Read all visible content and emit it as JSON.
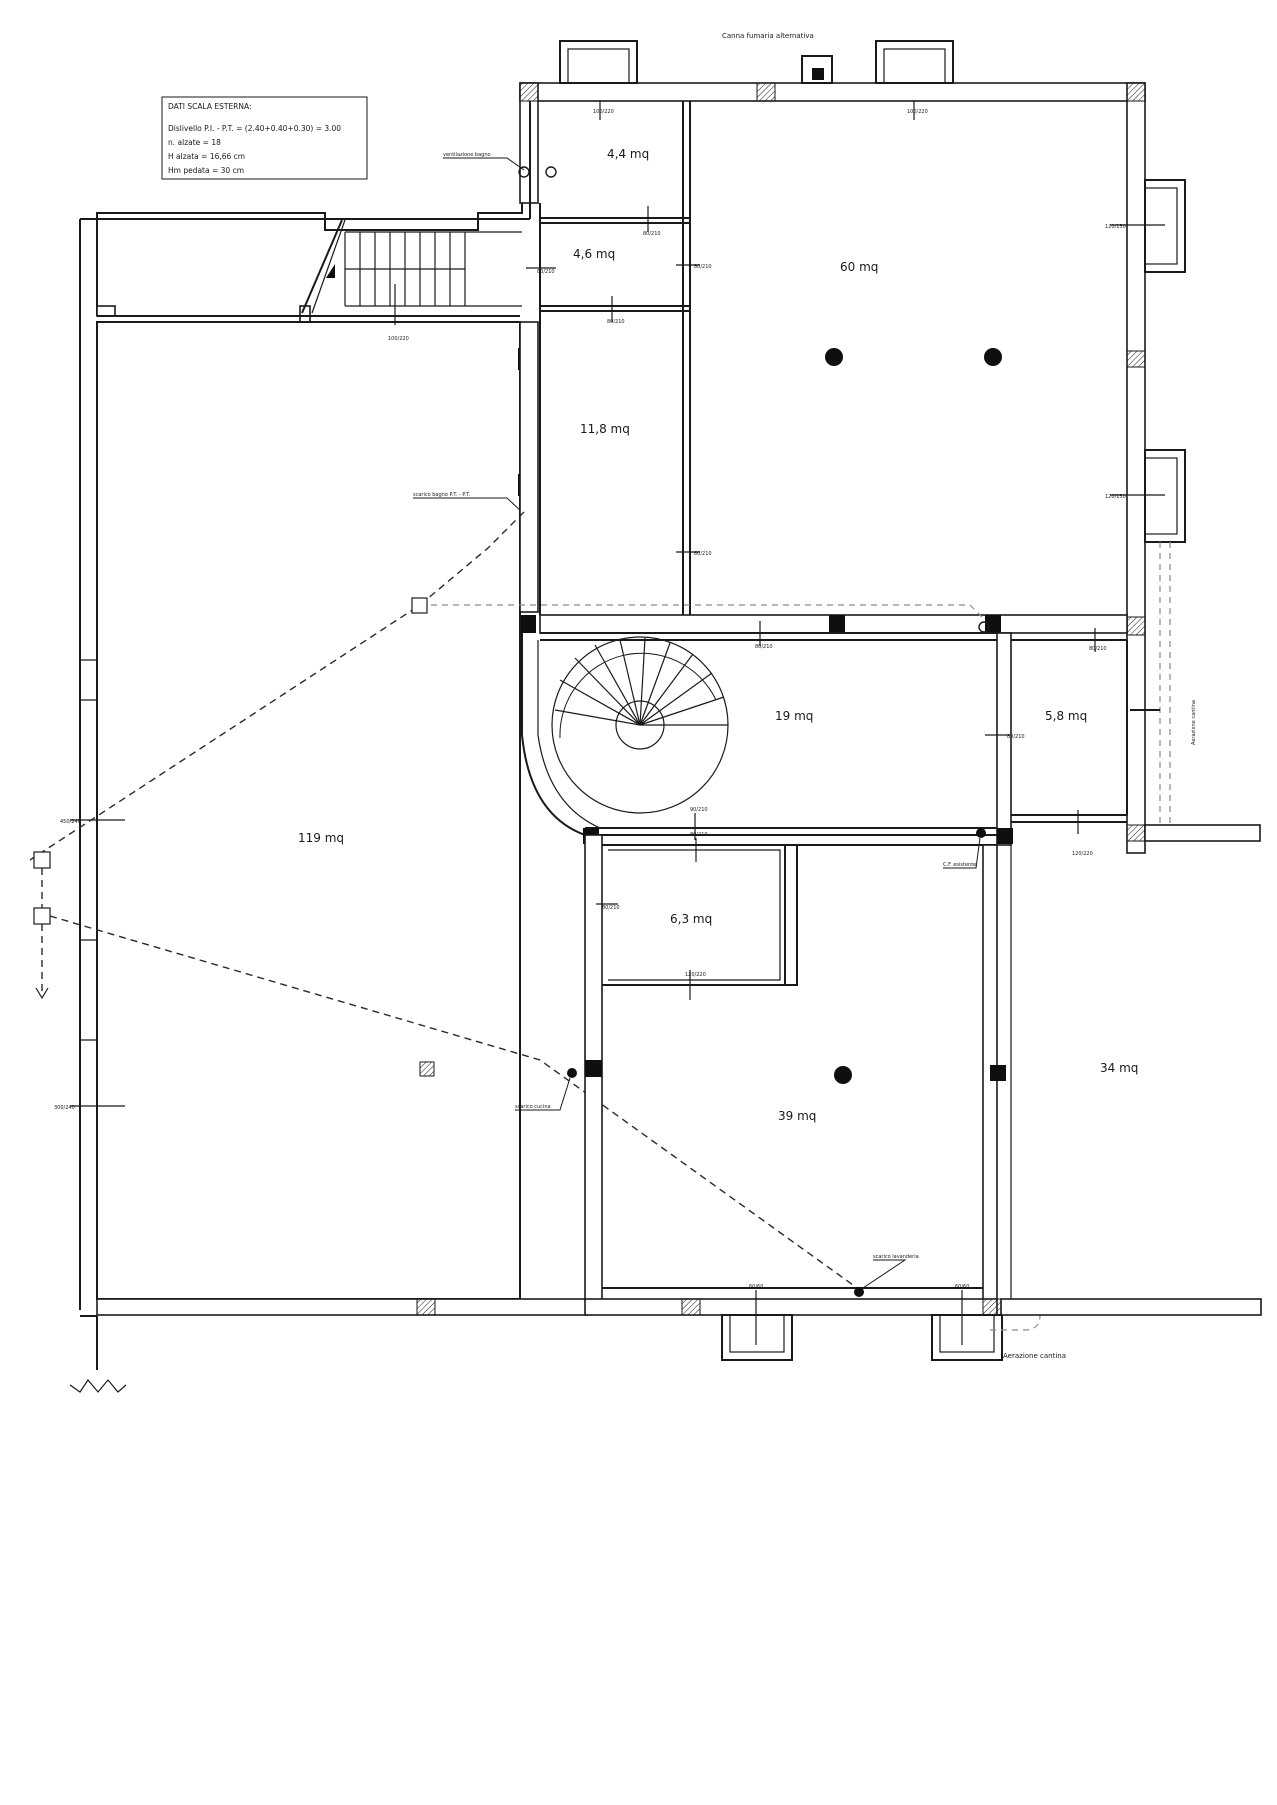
{
  "notes": {
    "stair_box": {
      "title": "DATI SCALA ESTERNA:",
      "line1": "Dislivello P.I. - P.T. = (2.40+0.40+0.30) = 3.00",
      "line2": "n. alzate = 18",
      "line3": "H alzata = 16,66 cm",
      "line4": "Hm pedata = 30 cm"
    },
    "flue": "Canna fumaria alternativa",
    "ventilation_bath": "ventilazione bagno",
    "bath_drain": "scarico bagno P.T. - P.T.",
    "kitchen_drain": "scarico cucina",
    "laundry_drain": "scarico lavanderia",
    "gf_drain": "C.F. esistente",
    "cellar_vent_bottom": "Aerazione cantina",
    "cellar_vent_side": "Aerazione cantina"
  },
  "rooms": {
    "r44": "4,4 mq",
    "r46": "4,6 mq",
    "r60": "60 mq",
    "r118": "11,8 mq",
    "r19": "19 mq",
    "r58": "5,8 mq",
    "r119": "119 mq",
    "r63": "6,3 mq",
    "r39": "39 mq",
    "r34": "34 mq"
  },
  "openings": {
    "o1": "100/220",
    "o2": "100/220",
    "o3": "80/210",
    "o4": "80/210",
    "o5": "120/150",
    "o6": "120/150",
    "o7": "100/220",
    "o8": "80/210",
    "o9": "80/210",
    "o10": "80/210",
    "o11": "80/210",
    "o12": "90/210",
    "o13": "80/210",
    "o14": "80/210",
    "o15": "120/220",
    "o16": "80/210",
    "o17": "450/240",
    "o18": "300/240",
    "o19": "80/210",
    "o20": "80/210",
    "o21": "120/220",
    "o22": "60/60",
    "o23": "60/60"
  }
}
